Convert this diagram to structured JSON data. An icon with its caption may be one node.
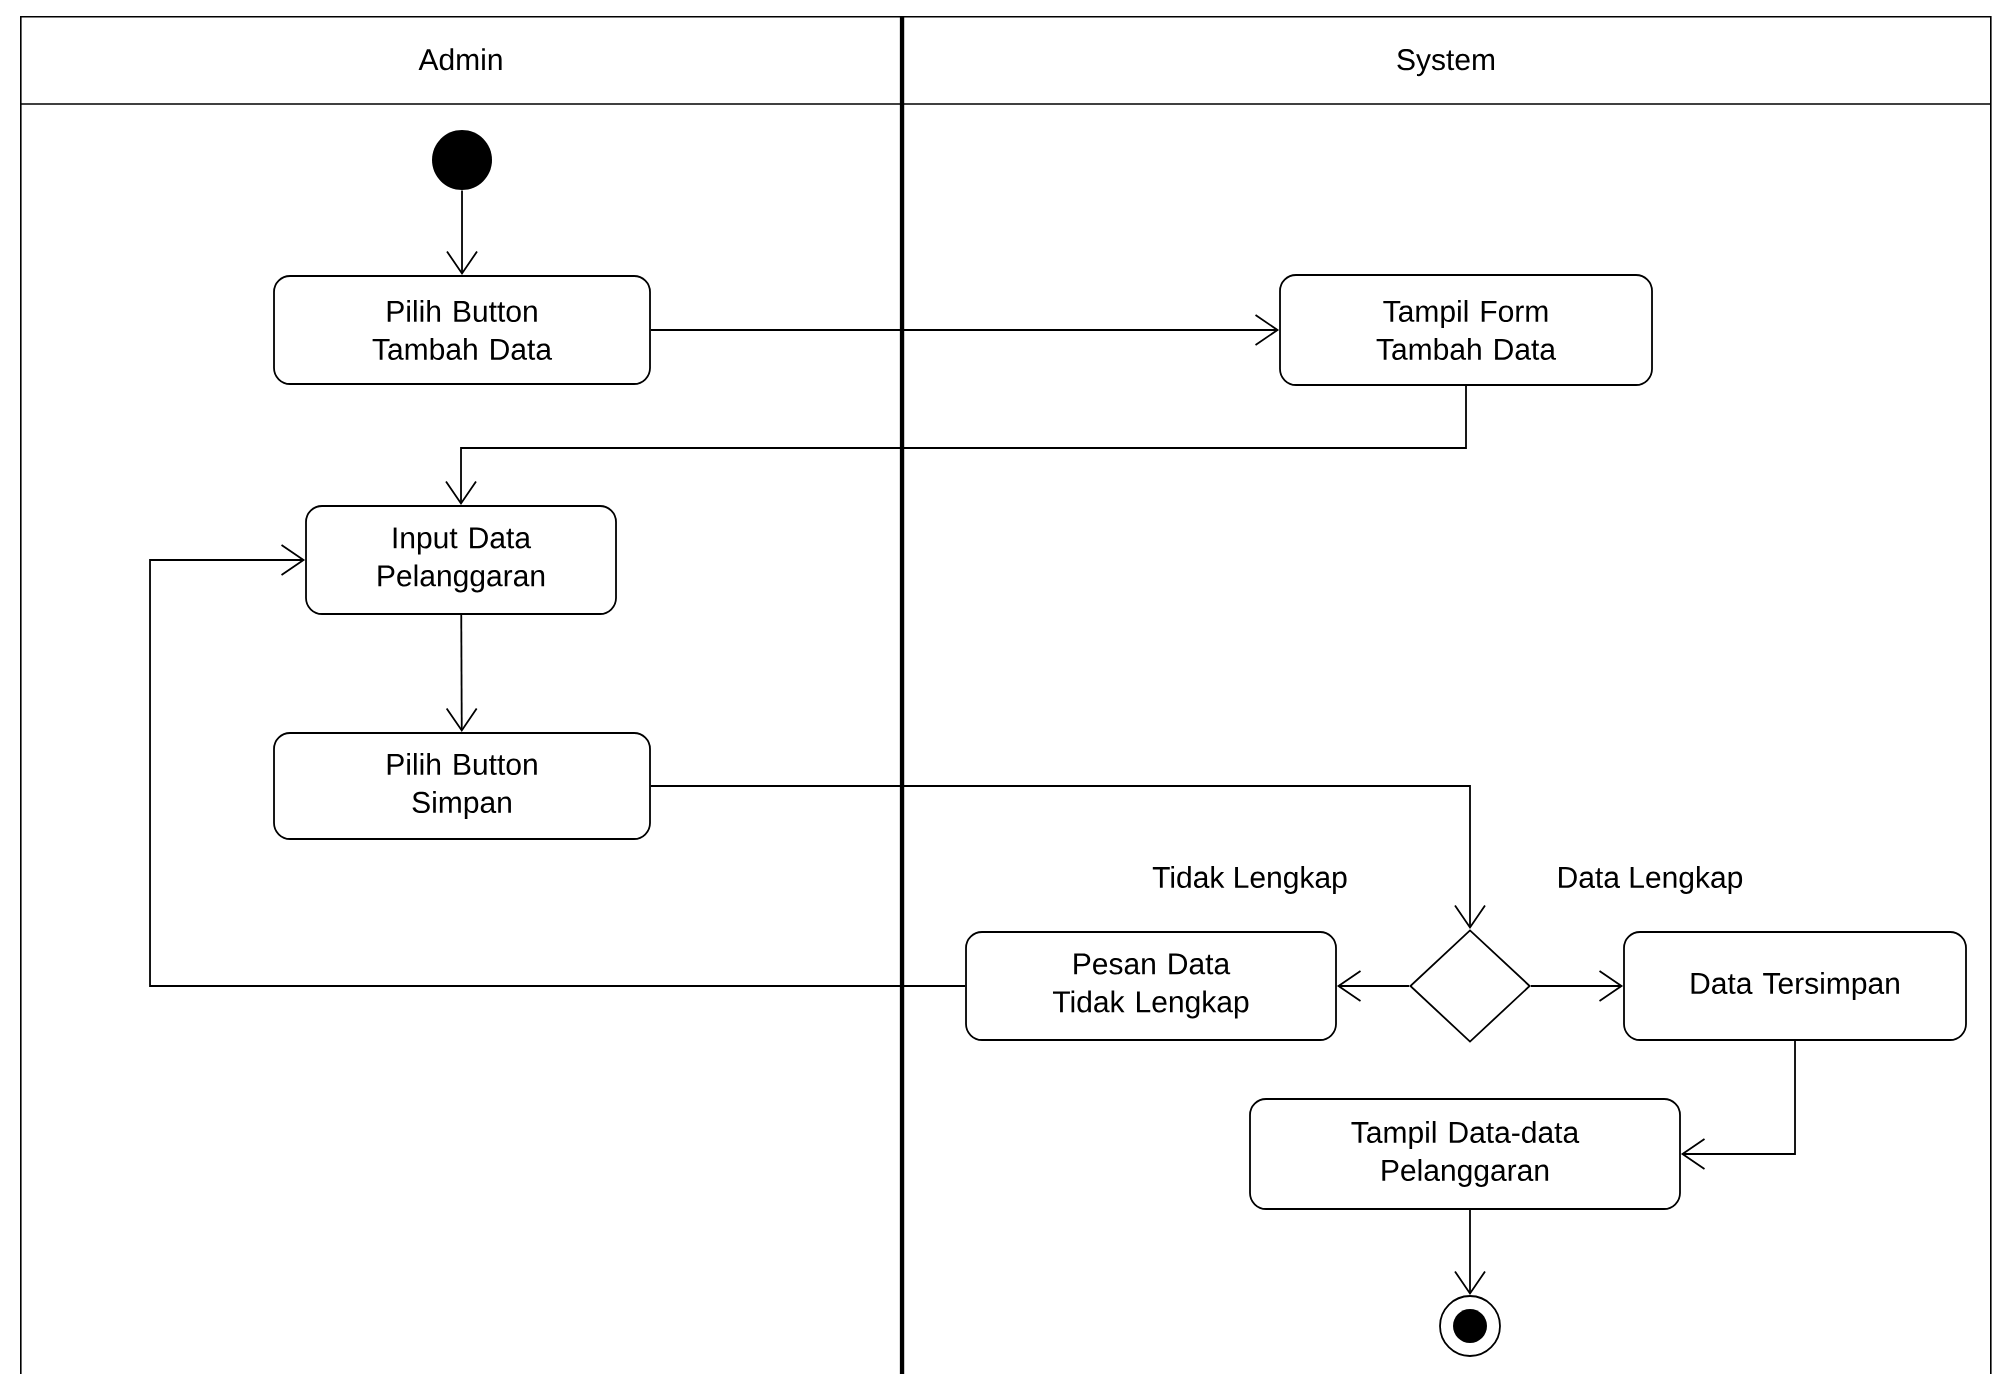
{
  "diagram": {
    "nodes": [
      {
        "text": [
          "Admin"
        ]
      },
      {
        "text": [
          "System"
        ]
      },
      {
        "text": [],
        "shape": "circle",
        "in": 0
      },
      {
        "text": [
          "Pilih Button Tambah Data"
        ],
        "in": 0
      },
      {
        "text": [
          "Tampil Form Tambah Data"
        ],
        "in": 1
      },
      {
        "text": [
          "Input Data Pelanggaran"
        ],
        "in": 0
      },
      {
        "text": [
          "Pilih Button Simpan"
        ],
        "in": 0
      },
      {
        "text": [],
        "shape": "diamond",
        "in": 1
      },
      {
        "text": [
          "Pesan Data Tidak Lengkap"
        ],
        "in": 1
      },
      {
        "text": [
          "Data Tersimpan"
        ],
        "in": 1
      },
      {
        "text": [
          "Tampil Data-data Pelanggaran"
        ],
        "in": 1
      },
      {
        "text": [],
        "shape": "circle",
        "in": 1
      }
    ],
    "edges": [
      {
        "from": 2,
        "to": 3,
        "arrow": "to"
      },
      {
        "from": 3,
        "to": 4,
        "arrow": "to"
      },
      {
        "from": 4,
        "to": 5,
        "arrow": "to"
      },
      {
        "from": 5,
        "to": 6,
        "arrow": "to"
      },
      {
        "from": 6,
        "to": 7,
        "arrow": "to"
      },
      {
        "from": 7,
        "to": 8,
        "arrow": "to",
        "label": "Tidak Lengkap"
      },
      {
        "from": 7,
        "to": 9,
        "arrow": "to",
        "label": "Data Lengkap"
      },
      {
        "from": 8,
        "to": 5,
        "arrow": "to"
      },
      {
        "from": 9,
        "to": 10,
        "arrow": "to"
      },
      {
        "from": 10,
        "to": 11,
        "arrow": "to"
      }
    ]
  }
}
